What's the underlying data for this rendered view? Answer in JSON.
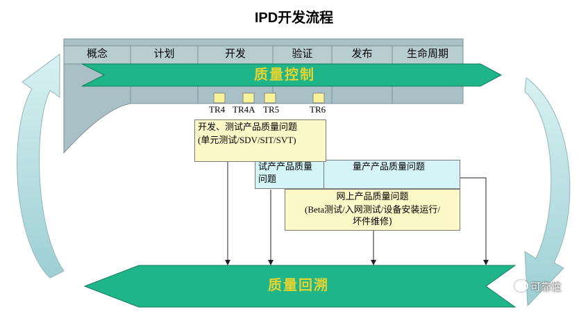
{
  "title": "IPD开发流程",
  "phases": [
    "概念",
    "计划",
    "开发",
    "验证",
    "发布",
    "生命周期"
  ],
  "top_arrow_label": "质量控制",
  "bottom_arrow_label": "质量回溯",
  "tr_labels": [
    "TR4",
    "TR4A",
    "TR5",
    "TR6"
  ],
  "boxes": {
    "dev_test": {
      "line1": "开发、测试产品质量问题",
      "line2": "(单元测试/SDV/SIT/SVT)"
    },
    "trial": {
      "line1": "试产产品质量",
      "line2": "问题"
    },
    "mass": {
      "line1": "量产产品质量问题"
    },
    "online": {
      "line1": "网上产品质量问题",
      "line2": "(Beta测试/入网测试/设备安装运行/",
      "line3": "坏件维修)"
    }
  },
  "watermark": "可靠性",
  "colors": {
    "arrow_green": "#1fb589",
    "arrow_text": "#e8d430",
    "band_gray": "#a9c1c6",
    "cycle_arrow": "#c6e8ea",
    "box_yellow": "#fdf8c8",
    "box_cyan": "#d4f4f8",
    "tr_marker": "#f6f39a"
  }
}
